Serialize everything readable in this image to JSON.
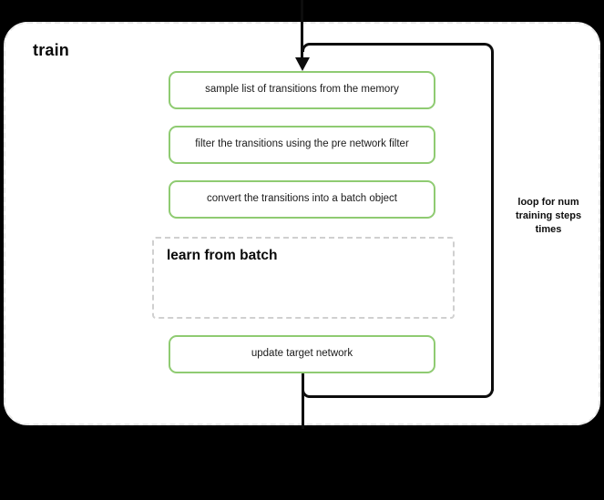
{
  "diagram": {
    "title": "train",
    "container_style": "rounded-dashed-box",
    "steps": [
      {
        "id": "sample",
        "label": "sample list of transitions from the memory"
      },
      {
        "id": "filter",
        "label": "filter the transitions using the pre network filter"
      },
      {
        "id": "convert",
        "label": "convert the transitions into a batch object"
      },
      {
        "id": "update",
        "label": "update target network"
      }
    ],
    "subblock": {
      "title_line_1": "learn from",
      "title_line_2": "batch",
      "style": "dashed-placeholder"
    },
    "loop": {
      "caption_line_1": "loop for num",
      "caption_line_2": "training steps",
      "caption_line_3": "times"
    },
    "colors": {
      "step_border": "#8fcb72",
      "step_fill": "#ffffff",
      "container_border": "#e8e8e8",
      "subblock_border": "#d0d0d0",
      "connector": "#0d0d0d",
      "text": "#1a1a1a",
      "background": "#000000"
    },
    "connectors": {
      "inbound_arrow": "arrow-down-into-sample",
      "loop_back": "loop-right-side",
      "outbound": "line-down-out"
    }
  }
}
